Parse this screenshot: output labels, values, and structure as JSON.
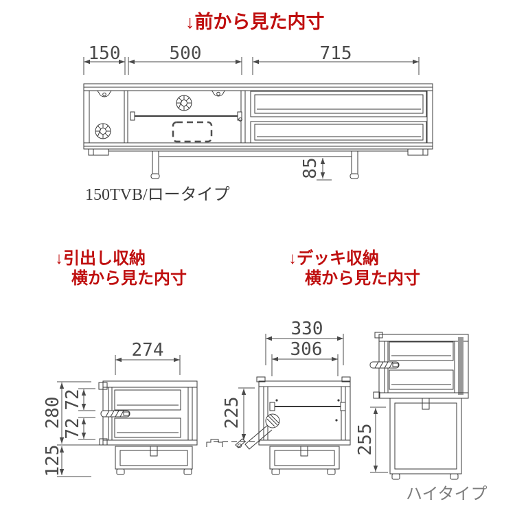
{
  "colors": {
    "heading_red": "#bf0e0e",
    "line": "#3a3a3a",
    "dimension_text": "#4a4a4a",
    "caption_dark": "#3c3c3c",
    "caption_light": "#7d7d7d",
    "back_panel_gray": "#999999"
  },
  "front_view": {
    "heading": "↓前から見た内寸",
    "dim_left": "150",
    "dim_center": "500",
    "dim_right": "715",
    "dim_leg": "85",
    "caption": "150TVB/ロータイプ"
  },
  "drawer_view": {
    "heading_line1": "↓引出し収納",
    "heading_line2": "横から見た内寸",
    "dim_width": "274",
    "dim_height": "280",
    "dim_upper": "72",
    "dim_lower": "72",
    "dim_leg": "125"
  },
  "deck_view": {
    "heading_line1": "↓デッキ収納",
    "heading_line2": "横から見た内寸",
    "dim_outer_width": "330",
    "dim_inner_width": "306",
    "dim_height": "225",
    "dim_leg": "255",
    "caption": "ハイタイプ"
  },
  "icons": {
    "vent_fan": "circular cable/vent grommet with spokes",
    "cable_clip": "small cord clip",
    "handle": "drawer handle side view",
    "hinge": "flap-door hinge"
  }
}
